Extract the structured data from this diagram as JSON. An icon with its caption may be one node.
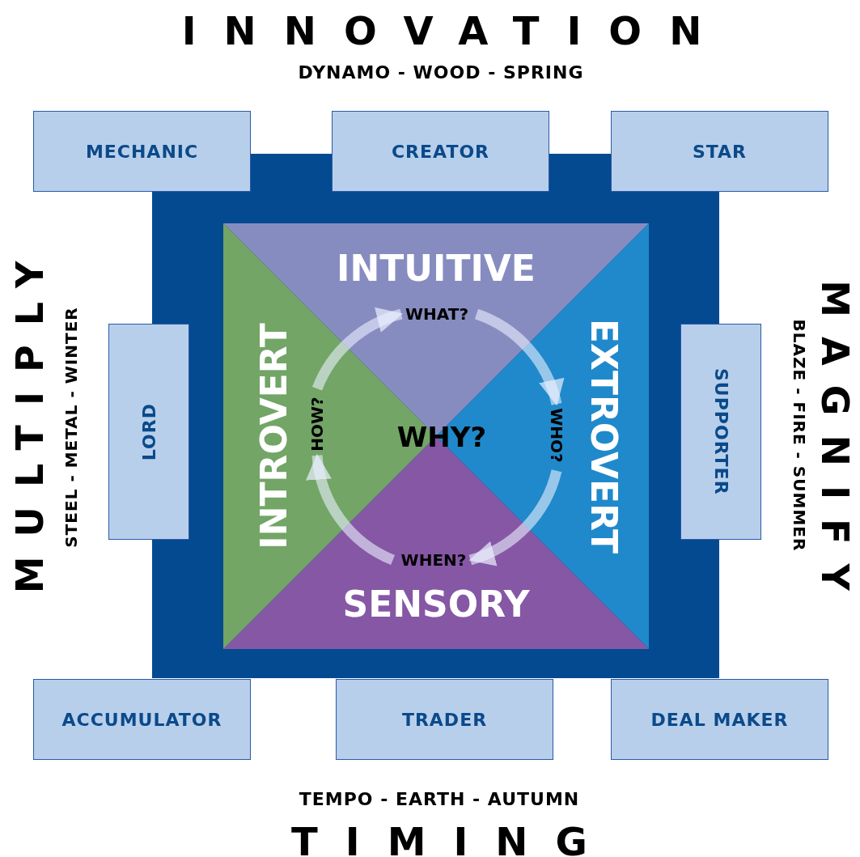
{
  "diagram": {
    "nodes": [
      {
        "text": [
          "MECHANIC"
        ]
      },
      {
        "text": [
          "CREATOR"
        ]
      },
      {
        "text": [
          "STAR"
        ]
      },
      {
        "text": [
          "LORD"
        ]
      },
      {
        "text": [
          "SUPPORTER"
        ]
      },
      {
        "text": [
          "ACCUMULATOR"
        ]
      },
      {
        "text": [
          "TRADER"
        ]
      },
      {
        "text": [
          "DEAL MAKER"
        ]
      },
      {
        "text": [
          "INTUITIVE"
        ]
      },
      {
        "text": [
          "EXTROVERT"
        ]
      },
      {
        "text": [
          "SENSORY"
        ]
      },
      {
        "text": [
          "INTROVERT"
        ]
      },
      {
        "text": [
          "WHAT?"
        ],
        "in": 8
      },
      {
        "text": [
          "WHO?"
        ],
        "in": 9
      },
      {
        "text": [
          "WHEN?"
        ],
        "in": 10
      },
      {
        "text": [
          "HOW?"
        ],
        "in": 11
      }
    ],
    "edges": [
      {
        "from": 12,
        "to": 13,
        "arrow": "to"
      },
      {
        "from": 13,
        "to": 14,
        "arrow": "to"
      },
      {
        "from": 14,
        "to": 15,
        "arrow": "to"
      },
      {
        "from": 15,
        "to": 12,
        "arrow": "to"
      }
    ],
    "labels": [
      "INNOVATION",
      "DYNAMO - WOOD - SPRING",
      "MULTIPLY",
      "STEEL - METAL - WINTER",
      "WHY?",
      "MAGNIFY",
      "BLAZE - FIRE - SUMMER",
      "TEMPO - EARTH - AUTUMN",
      "TIMING"
    ]
  }
}
